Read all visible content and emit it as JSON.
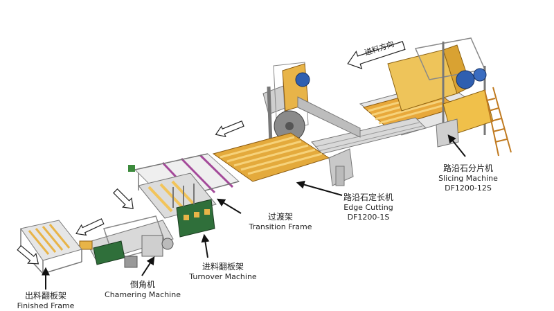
{
  "flow_direction_label": "进料方向",
  "machines": [
    {
      "key": "slicing",
      "zh": "路沿石分片机",
      "en": "Slicing Machine",
      "model": "DF1200-12S"
    },
    {
      "key": "edge",
      "zh": "路沿石定长机",
      "en": "Edge Cutting",
      "model": "DF1200-1S"
    },
    {
      "key": "transition",
      "zh": "过渡架",
      "en": "Transition Frame",
      "model": ""
    },
    {
      "key": "turnover",
      "zh": "进料翻板架",
      "en": "Turnover Machine",
      "model": ""
    },
    {
      "key": "chamfer",
      "zh": "倒角机",
      "en": "Chamering Machine",
      "model": ""
    },
    {
      "key": "finished",
      "zh": "出料翻板架",
      "en": "Finished Frame",
      "model": ""
    }
  ],
  "colors": {
    "frame": "#6f6f6f",
    "deck": "#e0a030",
    "roller": "#f2c45a",
    "purple": "#a44a9a",
    "green": "#3c8a3c",
    "blue": "#2f5fb0",
    "arrow": "#111111"
  }
}
